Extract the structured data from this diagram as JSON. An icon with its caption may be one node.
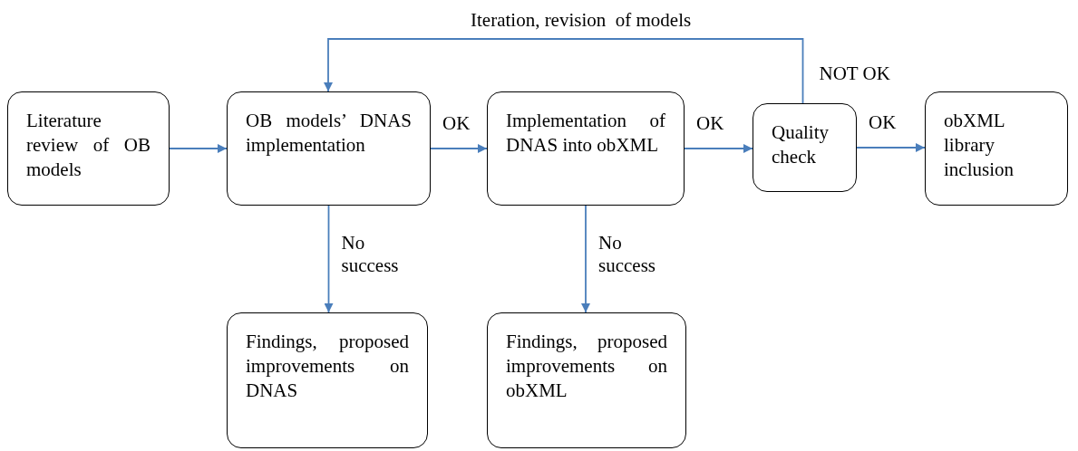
{
  "diagram": {
    "nodes": [
      {
        "text": [
          "Literature review of OB models"
        ]
      },
      {
        "text": [
          "OB models’ DNAS implementation"
        ]
      },
      {
        "text": [
          "Implementation of DNAS into obXML"
        ]
      },
      {
        "text": [
          "Quality check"
        ]
      },
      {
        "text": [
          "obXML library inclusion"
        ]
      },
      {
        "text": [
          "Findings, proposed improvements on DNAS"
        ]
      },
      {
        "text": [
          "Findings, proposed improvements on obXML"
        ]
      }
    ],
    "edges": [
      {
        "from": 0,
        "to": 1,
        "arrow": "to"
      },
      {
        "from": 1,
        "to": 2,
        "arrow": "to",
        "label": "OK"
      },
      {
        "from": 2,
        "to": 3,
        "arrow": "to",
        "label": "OK"
      },
      {
        "from": 3,
        "to": 4,
        "arrow": "to",
        "label": "OK"
      },
      {
        "from": 3,
        "to": 1,
        "arrow": "to",
        "label": "NOT OK"
      },
      {
        "from": 1,
        "to": 5,
        "arrow": "to",
        "label": "No success"
      },
      {
        "from": 2,
        "to": 6,
        "arrow": "to",
        "label": "No success"
      }
    ],
    "labels": [
      "Iteration, revision  of models"
    ]
  }
}
